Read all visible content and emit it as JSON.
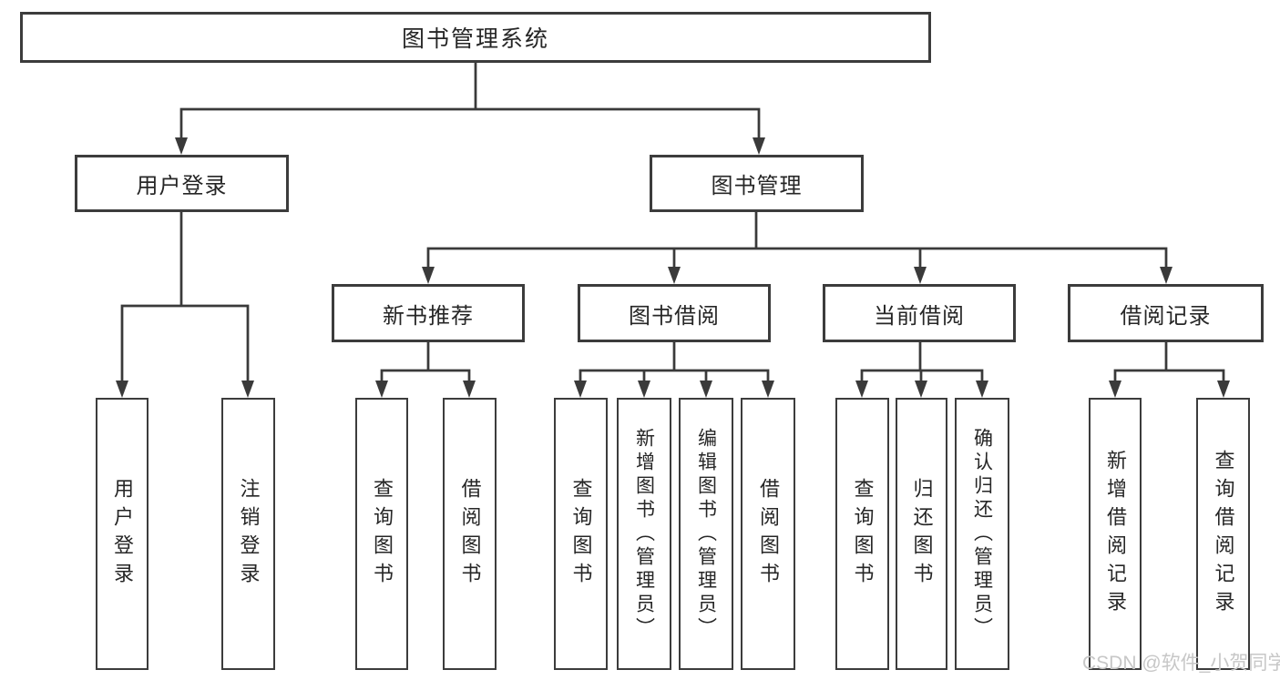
{
  "colors": {
    "background": "#ffffff",
    "line": "#3a3a3a",
    "box_border": "#3c3c3c",
    "text": "#262626",
    "watermark": "#c7c7c7"
  },
  "tree": {
    "root": {
      "label": "图书管理系统"
    },
    "level2": [
      {
        "label": "用户登录"
      },
      {
        "label": "图书管理"
      }
    ],
    "level3": [
      {
        "label": "新书推荐",
        "parent": "图书管理"
      },
      {
        "label": "图书借阅",
        "parent": "图书管理"
      },
      {
        "label": "当前借阅",
        "parent": "图书管理"
      },
      {
        "label": "借阅记录",
        "parent": "图书管理"
      }
    ],
    "leaves": [
      {
        "label": "用户登录",
        "parent": "用户登录"
      },
      {
        "label": "注销登录",
        "parent": "用户登录"
      },
      {
        "label": "查询图书",
        "parent": "新书推荐"
      },
      {
        "label": "借阅图书",
        "parent": "新书推荐"
      },
      {
        "label": "查询图书",
        "parent": "图书借阅"
      },
      {
        "label": "新增图书（管理员）",
        "parent": "图书借阅"
      },
      {
        "label": "编辑图书（管理员）",
        "parent": "图书借阅"
      },
      {
        "label": "借阅图书",
        "parent": "图书借阅"
      },
      {
        "label": "查询图书",
        "parent": "当前借阅"
      },
      {
        "label": "归还图书",
        "parent": "当前借阅"
      },
      {
        "label": "确认归还（管理员）",
        "parent": "当前借阅"
      },
      {
        "label": "新增借阅记录",
        "parent": "借阅记录"
      },
      {
        "label": "查询借阅记录",
        "parent": "借阅记录"
      }
    ]
  },
  "watermark": {
    "text": "CSDN @软件_小贺同学"
  }
}
